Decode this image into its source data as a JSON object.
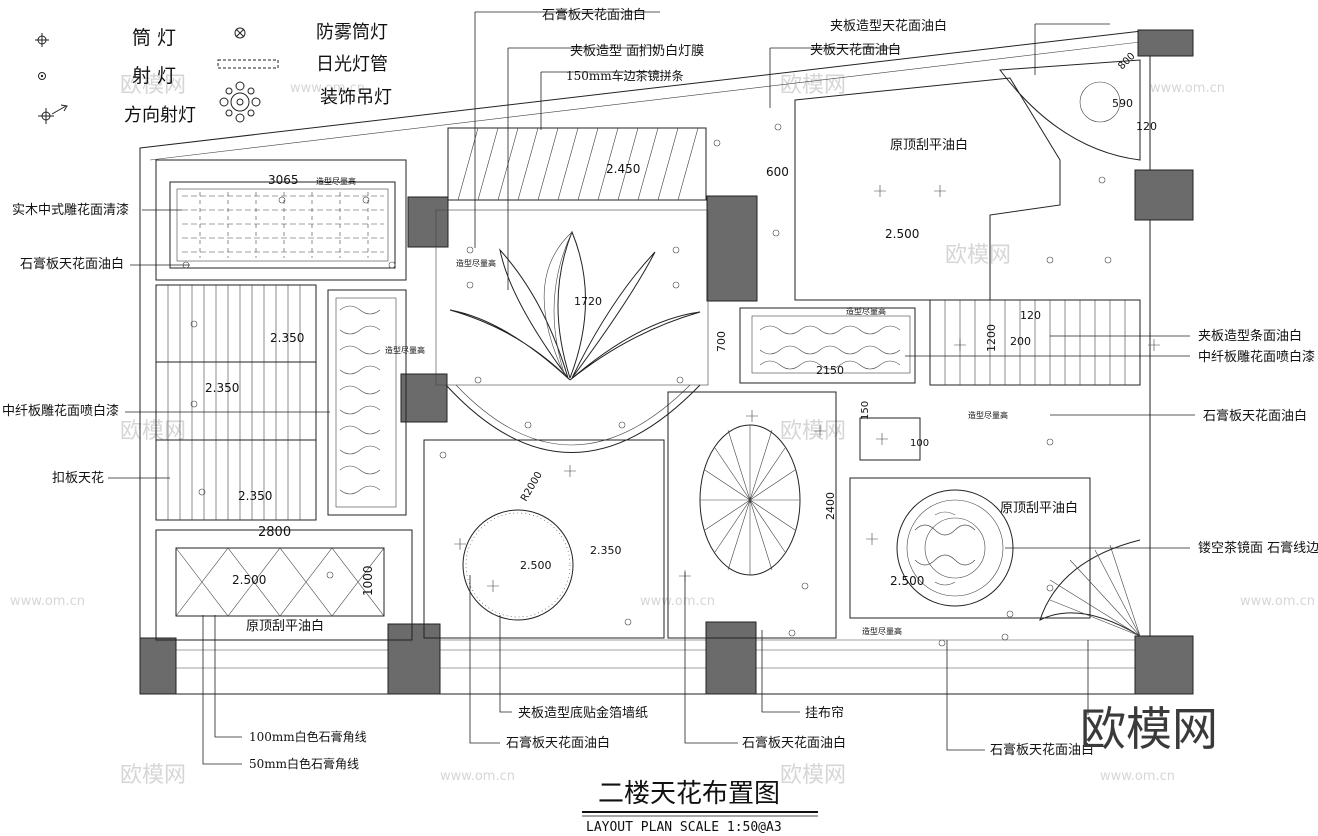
{
  "legend": {
    "downlight": "筒 灯",
    "spotlight": "射 灯",
    "directional_spot": "方向射灯",
    "fog_downlight": "防雾筒灯",
    "fluorescent_tube": "日光灯管",
    "chandelier": "装饰吊灯"
  },
  "labels": {
    "top_gypsum": "石膏板天花面油白",
    "top_plywood_lamp_film": "夹板造型 面扪奶白灯膜",
    "top_150_teak": "150mm车边茶镜拼条",
    "top_right_plywood_shape": "夹板造型天花面油白",
    "top_right_plywood": "夹板天花面油白",
    "left_solid_wood": "实木中式雕花面清漆",
    "left_gypsum": "石膏板天花面油白",
    "left_mdf_carved": "中纤板雕花面喷白漆",
    "left_buckle_ceiling": "扣板天花",
    "right_plywood_strip": "夹板造型条面油白",
    "right_mdf_carved": "中纤板雕花面喷白漆",
    "right_gypsum": "石膏板天花面油白",
    "right_hollow_mirror": "镂空茶镜面 石膏线边",
    "bottom_100_cornice": "100mm白色石膏角线",
    "bottom_50_cornice": "50mm白色石膏角线",
    "bottom_plywood_gold": "夹板造型底贴金箔墙纸",
    "bottom_gypsum_1": "石膏板天花面油白",
    "bottom_curtain": "挂布帘",
    "bottom_gypsum_2": "石膏板天花面油白",
    "bottom_gypsum_3": "石膏板天花面油白",
    "room_original_1": "原顶刮平油白",
    "room_original_2": "原顶刮平油白",
    "room_original_3": "原顶刮平油白",
    "shape_height": "造型尽量高"
  },
  "dimensions": {
    "d3065": "3065",
    "d2800": "2800",
    "d1000": "1000",
    "d2450": "2.450",
    "d2500a": "2.500",
    "d2500b": "2.500",
    "d2500c": "2.500",
    "d2500d": "2.500",
    "d2350a": "2.350",
    "d2350b": "2.350",
    "d2350c": "2.350",
    "d2350d": "2.350",
    "d600": "600",
    "d700": "700",
    "d2150": "2150",
    "d2400": "2400",
    "d1720": "1720",
    "d120": "120",
    "d200": "200",
    "d1200": "1200",
    "d100": "100",
    "d150": "150",
    "d800": "800",
    "d590": "590",
    "dR": "R2000"
  },
  "title": {
    "main": "二楼天花布置图",
    "sub": "LAYOUT PLAN    SCALE 1:50@A3"
  },
  "watermark": {
    "text": "欧模网",
    "url": "www.om.cn"
  }
}
